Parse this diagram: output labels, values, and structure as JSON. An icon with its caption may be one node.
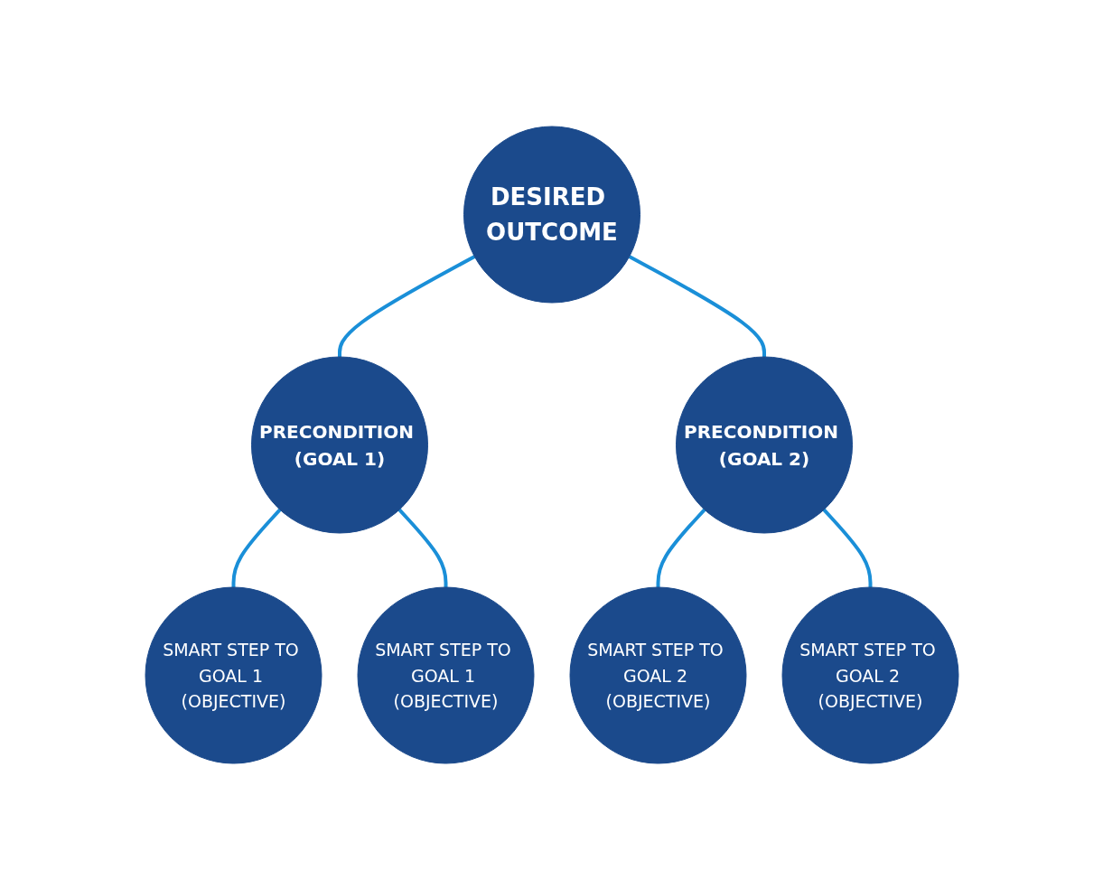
{
  "diagram": {
    "nodes": [
      {
        "text": [
          "DESIRED OUTCOME"
        ]
      },
      {
        "text": [
          "PRECONDITION (GOAL 1)"
        ]
      },
      {
        "text": [
          "PRECONDITION (GOAL 2)"
        ]
      },
      {
        "text": [
          "SMART STEP TO GOAL 1 (OBJECTIVE)"
        ]
      },
      {
        "text": [
          "SMART STEP TO GOAL 1 (OBJECTIVE)"
        ]
      },
      {
        "text": [
          "SMART STEP TO GOAL 2 (OBJECTIVE)"
        ]
      },
      {
        "text": [
          "SMART STEP TO GOAL 2 (OBJECTIVE)"
        ]
      }
    ],
    "edges": [
      {
        "from": 0,
        "to": 1,
        "arrow": "none"
      },
      {
        "from": 0,
        "to": 2,
        "arrow": "none"
      },
      {
        "from": 1,
        "to": 3,
        "arrow": "none"
      },
      {
        "from": 1,
        "to": 4,
        "arrow": "none"
      },
      {
        "from": 2,
        "to": 5,
        "arrow": "none"
      },
      {
        "from": 2,
        "to": 6,
        "arrow": "none"
      }
    ]
  }
}
